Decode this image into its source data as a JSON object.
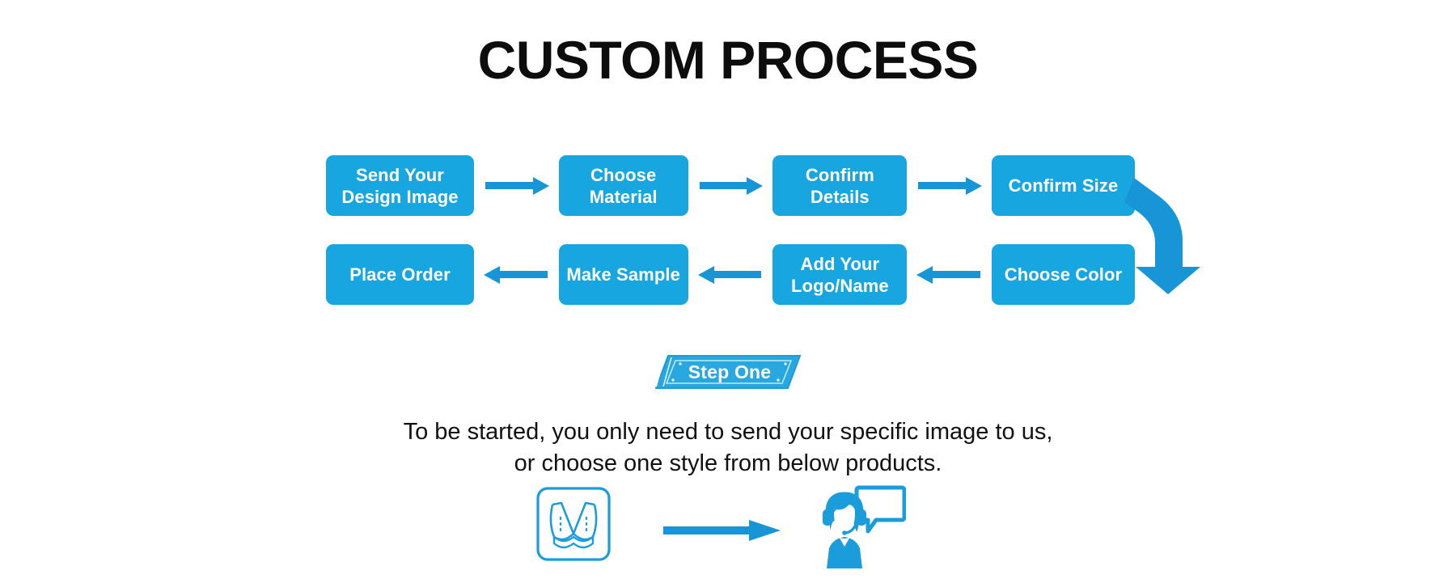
{
  "page": {
    "title": "CUSTOM PROCESS",
    "background": "#ffffff",
    "accent_color": "#17a6e0",
    "arrow_color": "#1895d6",
    "title_color": "#0d0d0d"
  },
  "flowchart": {
    "row_top": [
      {
        "label_line1": "Send Your",
        "label_line2": "Design Image"
      },
      {
        "label_line1": "Choose",
        "label_line2": "Material"
      },
      {
        "label_line1": "Confirm",
        "label_line2": "Details"
      },
      {
        "label_line1": "Confirm Size",
        "label_line2": ""
      }
    ],
    "row_bottom": [
      {
        "label_line1": "Place Order",
        "label_line2": ""
      },
      {
        "label_line1": "Make Sample",
        "label_line2": ""
      },
      {
        "label_line1": "Add Your",
        "label_line2": "Logo/Name"
      },
      {
        "label_line1": "Choose Color",
        "label_line2": ""
      }
    ],
    "connector_top_direction": "right",
    "connector_bottom_direction": "left",
    "wrap_arrow": "curved-down-arrow"
  },
  "step_badge": {
    "label": "Step One",
    "shape": "parallelogram",
    "fill": "#29a8e0",
    "border": "#1f9bd6"
  },
  "description": {
    "line1": "To be started, you only need to send your specific image to us,",
    "line2": "or choose one style from below products."
  },
  "icon_strip": {
    "left_icon": "bra-product-icon",
    "arrow_icon": "right-arrow-icon",
    "right_icon": "customer-service-agent-icon"
  }
}
